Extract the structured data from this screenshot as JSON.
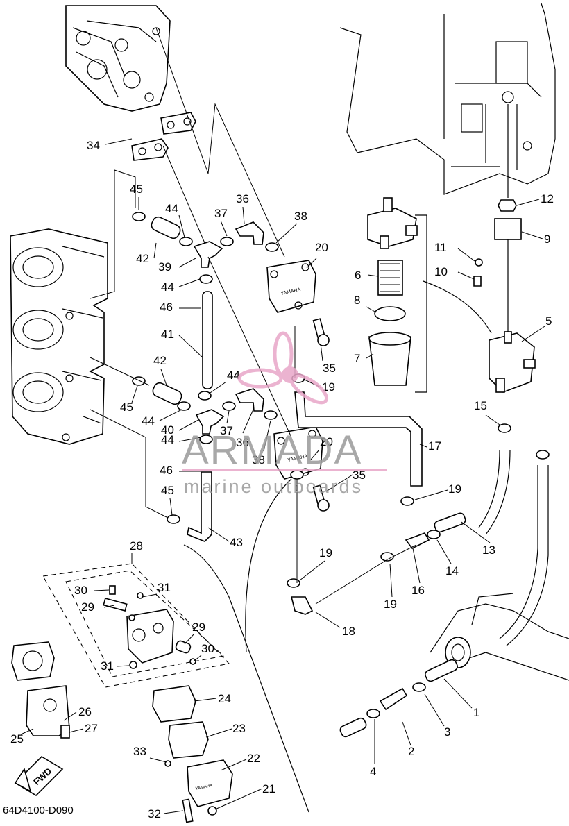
{
  "diagram": {
    "code": "64D4100-D090",
    "fwd_label": "FWD",
    "callouts": [
      "1",
      "2",
      "3",
      "4",
      "5",
      "6",
      "7",
      "8",
      "9",
      "10",
      "11",
      "12",
      "13",
      "14",
      "15",
      "16",
      "17",
      "18",
      "19",
      "20",
      "21",
      "22",
      "23",
      "24",
      "25",
      "26",
      "27",
      "28",
      "29",
      "30",
      "31",
      "32",
      "33",
      "34",
      "35",
      "36",
      "37",
      "38",
      "39",
      "40",
      "41",
      "42",
      "43",
      "44",
      "45",
      "46"
    ]
  },
  "watermark": {
    "brand": "ARMADA",
    "tagline": "marine outboards",
    "accent_color": "#e8a6c8",
    "text_color": "#9a9a9a"
  }
}
